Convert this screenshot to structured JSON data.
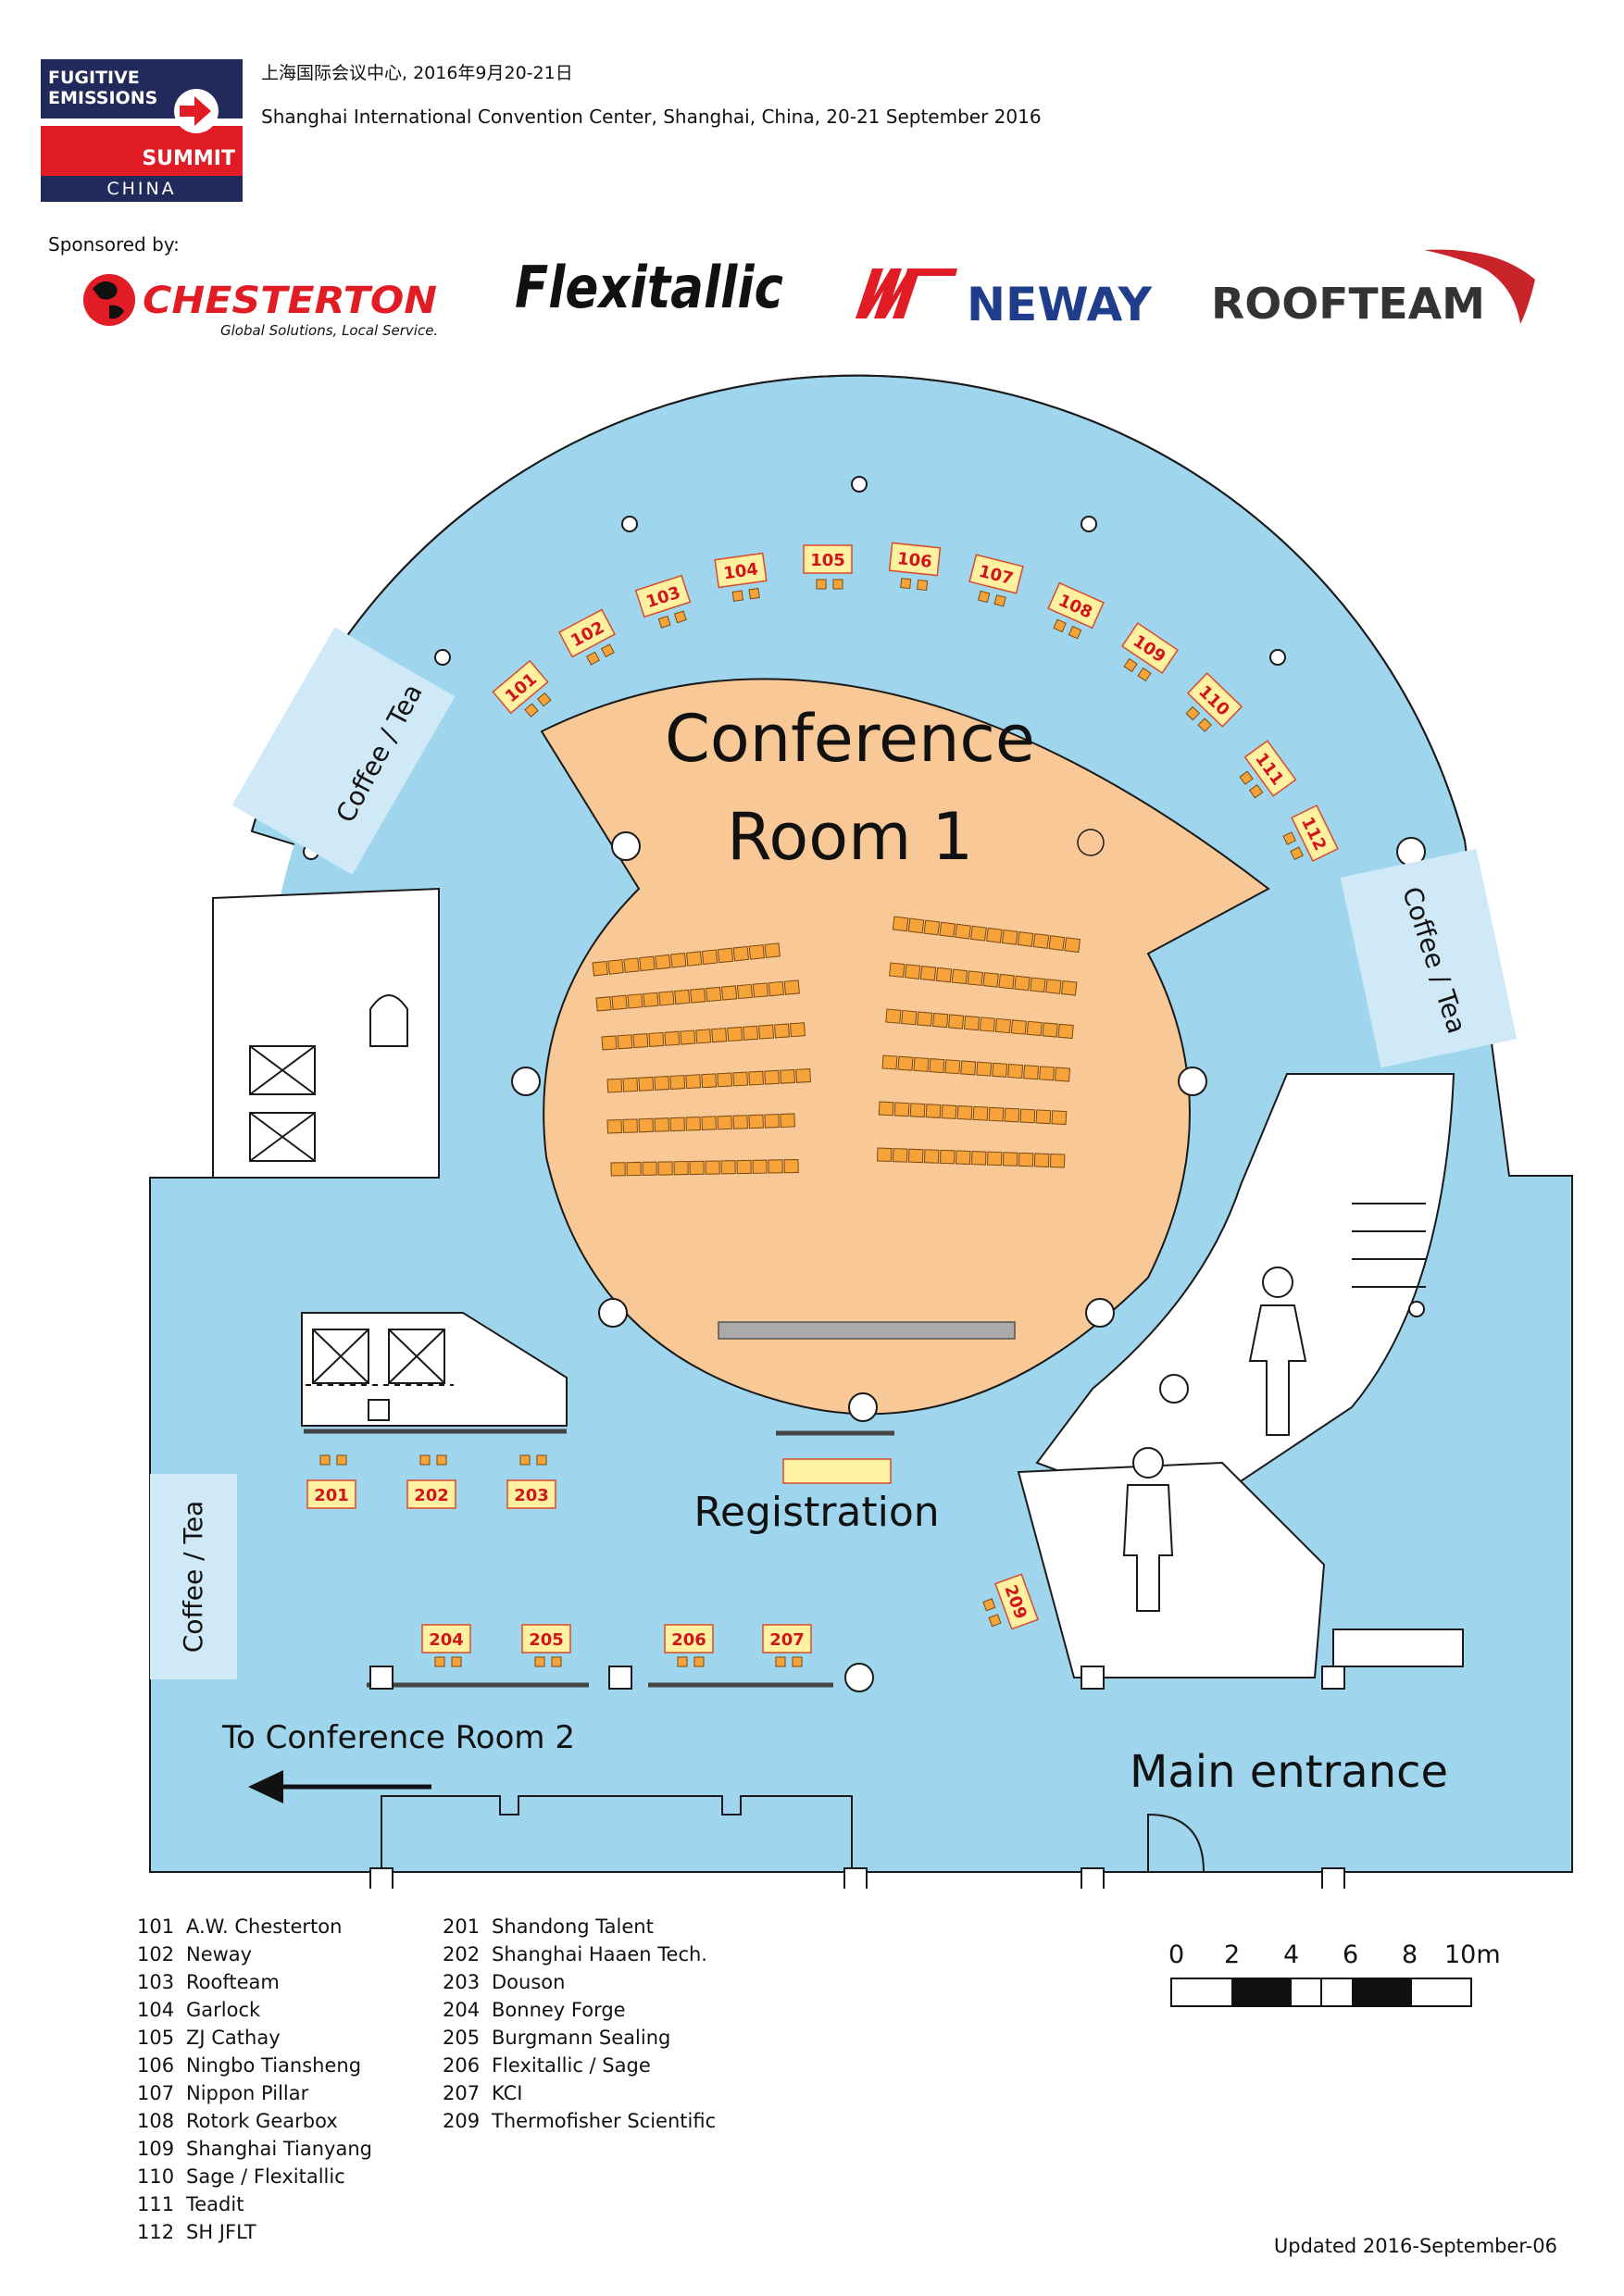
{
  "header": {
    "logo_lines": [
      "FUGITIVE",
      "EMISSIONS",
      "SUMMIT",
      "CHINA"
    ],
    "venue_cn": "上海国际会议中心, 2016年9月20-21日",
    "venue_en": "Shanghai International Convention Center, Shanghai, China, 20-21 September 2016"
  },
  "sponsors": {
    "label": "Sponsored by:",
    "chesterton": {
      "name": "CHESTERTON",
      "tagline": "Global Solutions, Local Service."
    },
    "flexitallic": {
      "name": "Flexitallic"
    },
    "neway": {
      "name": "NEWAY"
    },
    "roofteam": {
      "name": "ROOFTEAM"
    }
  },
  "map": {
    "room1_line1": "Conference",
    "room1_line2": "Room 1",
    "registration": "Registration",
    "to_room2": "To Conference Room 2",
    "main_entrance": "Main entrance",
    "coffee_tea": "Coffee / Tea",
    "colors": {
      "corridor": "#9fd6ee",
      "room": "#f8c896",
      "booth": "#fff1a0",
      "booth_border": "#d94a2a",
      "booth_text": "#d0161a",
      "chair": "#f6a33a"
    },
    "booths_ring": [
      "101",
      "102",
      "103",
      "104",
      "105",
      "106",
      "107",
      "108",
      "109",
      "110",
      "111",
      "112"
    ],
    "booths_lower_a": [
      "201",
      "202",
      "203"
    ],
    "booths_lower_b": [
      "204",
      "205",
      "206",
      "207"
    ],
    "booth_209": "209"
  },
  "legend": {
    "left": [
      {
        "num": "101",
        "name": "A.W. Chesterton"
      },
      {
        "num": "102",
        "name": "Neway"
      },
      {
        "num": "103",
        "name": "Roofteam"
      },
      {
        "num": "104",
        "name": "Garlock"
      },
      {
        "num": "105",
        "name": "ZJ Cathay"
      },
      {
        "num": "106",
        "name": "Ningbo Tiansheng"
      },
      {
        "num": "107",
        "name": "Nippon Pillar"
      },
      {
        "num": "108",
        "name": "Rotork Gearbox"
      },
      {
        "num": "109",
        "name": "Shanghai Tianyang"
      },
      {
        "num": "110",
        "name": "Sage / Flexitallic"
      },
      {
        "num": "111",
        "name": "Teadit"
      },
      {
        "num": "112",
        "name": "SH JFLT"
      }
    ],
    "right": [
      {
        "num": "201",
        "name": "Shandong Talent"
      },
      {
        "num": "202",
        "name": "Shanghai Haaen Tech."
      },
      {
        "num": "203",
        "name": "Douson"
      },
      {
        "num": "204",
        "name": "Bonney Forge"
      },
      {
        "num": "205",
        "name": "Burgmann Sealing"
      },
      {
        "num": "206",
        "name": "Flexitallic / Sage"
      },
      {
        "num": "207",
        "name": "KCI"
      },
      {
        "num": "209",
        "name": "Thermofisher Scientific"
      }
    ]
  },
  "scale": {
    "labels": [
      "0",
      "2",
      "4",
      "6",
      "8",
      "10m"
    ]
  },
  "footer": {
    "updated": "Updated 2016-September-06"
  }
}
